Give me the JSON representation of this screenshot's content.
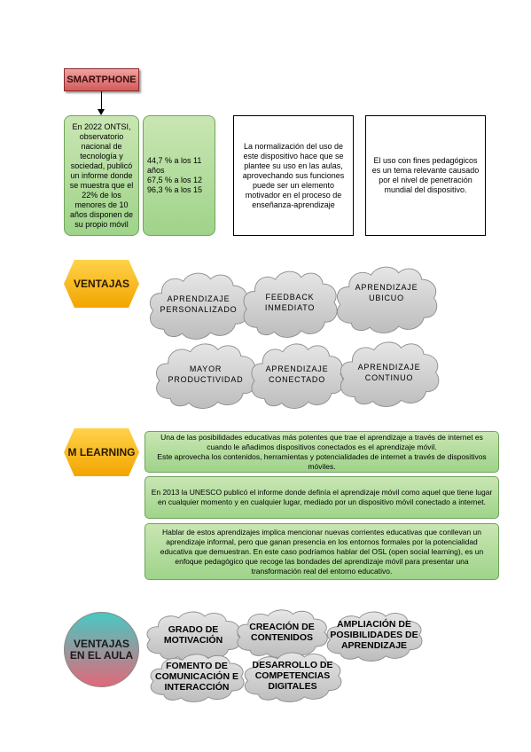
{
  "smartphone": {
    "label": "SMARTPHONE",
    "box1": "En 2022 ONTSI, observatorio nacional de tecnología y sociedad, publicó un informe donde se muestra que el 22% de los menores de 10 años disponen de su propio móvil",
    "box2_lines": [
      "44,7 % a los 11 años",
      "67,5 % a los 12",
      "96,3 % a los 15"
    ],
    "box3": "La normalización del uso de este dispositivo hace que se plantee su uso en las aulas, aprovechando sus funciones puede ser un elemento motivador en el proceso de enseñanza-aprendizaje",
    "box4": "El uso con fines pedagógicos es un tema relevante causado por el nivel de penetración mundial del dispositivo."
  },
  "ventajas": {
    "label": "VENTAJAS",
    "clouds": [
      [
        "APRENDIZAJE",
        "PERSONALIZADO"
      ],
      [
        "FEEDBACK",
        "INMEDIATO"
      ],
      [
        "APRENDIZAJE",
        "UBICUO"
      ],
      [
        "MAYOR",
        "PRODUCTIVIDAD"
      ],
      [
        "APRENDIZAJE",
        "CONECTADO"
      ],
      [
        "APRENDIZAJE",
        "CONTINUO"
      ]
    ]
  },
  "mlearning": {
    "label": "M LEARNING",
    "box1": [
      "Una de las posibilidades educativas más potentes que trae el aprendizaje a través de internet es cuando le añadimos dispositivos conectados es el aprendizaje móvil.",
      "Este aprovecha los contenidos, herramientas y potencialidades de internet a través de dispositivos móviles."
    ],
    "box2": "En 2013 la UNESCO publicó el informe donde definía el aprendizaje móvil como aquel que tiene lugar en cualquier momento y en cualquier lugar, mediado por un dispositivo móvil conectado a internet.",
    "box3": "Hablar de estos aprendizajes implica mencionar nuevas corrientes educativas que conllevan un aprendizaje informal, pero que ganan presencia en los entornos formales por la potencialidad educativa que demuestran. En este caso podríamos hablar del OSL (open social learning), es un enfoque pedagógico que recoge las bondades del aprendizaje móvil para presentar una transformación real del entorno educativo."
  },
  "aula": {
    "label_lines": [
      "VENTAJAS",
      "EN EL AULA"
    ],
    "clouds": [
      [
        "GRADO DE",
        "MOTIVACIÓN"
      ],
      [
        "CREACIÓN DE",
        "CONTENIDOS"
      ],
      [
        "AMPLIACIÓN DE",
        "POSIBILIDADES DE",
        "APRENDIZAJE"
      ],
      [
        "FOMENTO DE",
        "COMUNICACIÓN E",
        "INTERACCIÓN"
      ],
      [
        "DESARROLLO DE",
        "COMPETENCIAS",
        "DIGITALES"
      ]
    ]
  }
}
